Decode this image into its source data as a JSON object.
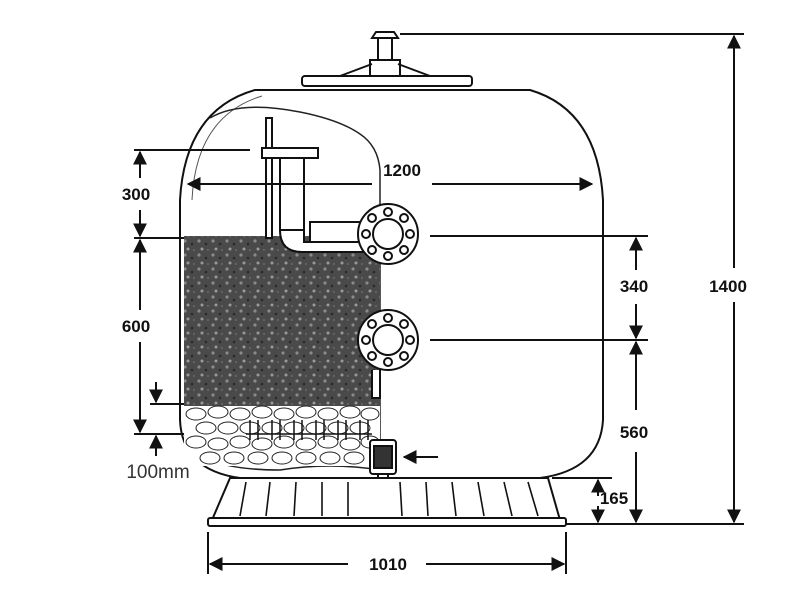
{
  "dimensions": {
    "diameter": "1200",
    "total_height": "1400",
    "top_zone": "300",
    "media_depth": "600",
    "gravel_layer": "100mm",
    "port_spacing": "340",
    "lower_port_height": "560",
    "base_height": "165",
    "base_width": "1010"
  }
}
